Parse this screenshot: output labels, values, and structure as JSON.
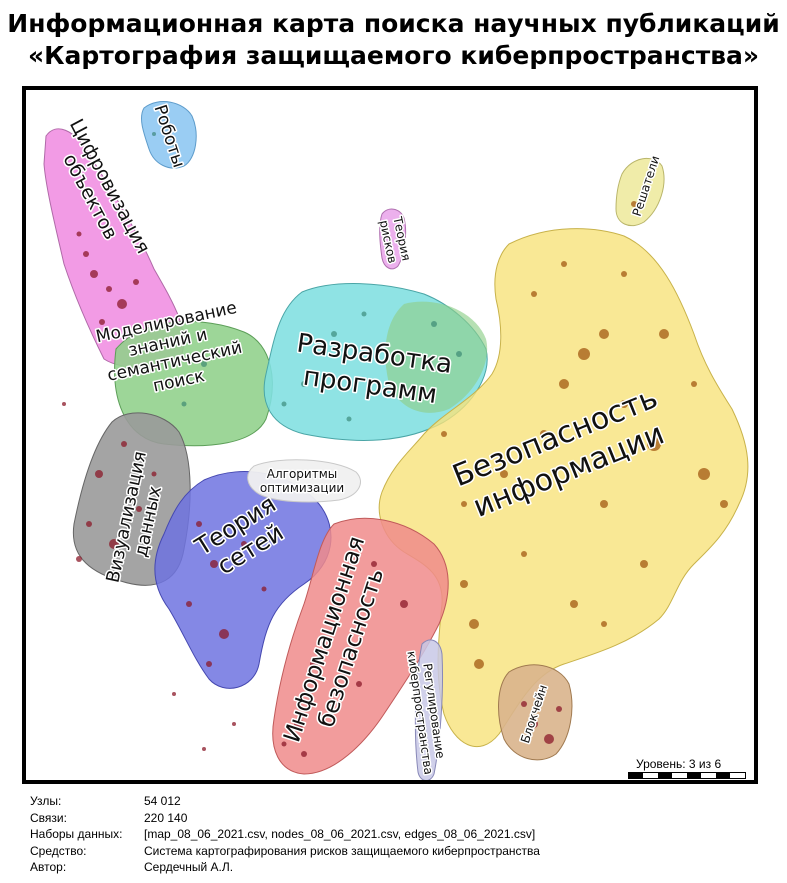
{
  "title": {
    "line1": "Информационная карта поиска научных публикаций",
    "line2": "«Картография защищаемого киберпространства»"
  },
  "clusters": [
    {
      "id": "security",
      "lines": [
        "Безопасность",
        "информации"
      ],
      "color": "#f7e27a"
    },
    {
      "id": "software",
      "lines": [
        "Разработка",
        "программ"
      ],
      "color": "#7fdfe0"
    },
    {
      "id": "infosec",
      "lines": [
        "Информационная",
        "безопасность"
      ],
      "color": "#f08b8b"
    },
    {
      "id": "networks",
      "lines": [
        "Теория",
        "сетей"
      ],
      "color": "#6f73e0"
    },
    {
      "id": "modeling",
      "lines": [
        "Моделирование",
        "знаний и",
        "семантический",
        "поиск"
      ],
      "color": "#8fd08a"
    },
    {
      "id": "digitization",
      "lines": [
        "Цифровизация",
        "объектов"
      ],
      "color": "#f08ae0"
    },
    {
      "id": "visualization",
      "lines": [
        "Визуализация",
        "данных"
      ],
      "color": "#9a9a9a"
    },
    {
      "id": "robots",
      "lines": [
        "Роботы"
      ],
      "color": "#8fc8f2"
    },
    {
      "id": "risk",
      "lines": [
        "Теория",
        "рисков"
      ],
      "color": "#e79ce8"
    },
    {
      "id": "solvers",
      "lines": [
        "Решатели"
      ],
      "color": "#eeeaa0"
    },
    {
      "id": "optimization",
      "lines": [
        "Алгоритмы",
        "оптимизации"
      ],
      "color": "#f0f0f0"
    },
    {
      "id": "regulation",
      "lines": [
        "Регулирование",
        "киберпространства"
      ],
      "color": "#c8c8e6"
    },
    {
      "id": "blockchain",
      "lines": [
        "Блокчейн"
      ],
      "color": "#d9b48c"
    }
  ],
  "scale": {
    "label": "Уровень: 3 из 6"
  },
  "meta": [
    {
      "key": "Узлы:",
      "value": "54 012"
    },
    {
      "key": "Связи:",
      "value": "220 140"
    },
    {
      "key": "Наборы данных:",
      "value": "[map_08_06_2021.csv, nodes_08_06_2021.csv, edges_08_06_2021.csv]"
    },
    {
      "key": "Средство:",
      "value": "Система картографирования рисков защищаемого киберпространства"
    },
    {
      "key": "Автор:",
      "value": "Сердечный А.Л."
    }
  ]
}
